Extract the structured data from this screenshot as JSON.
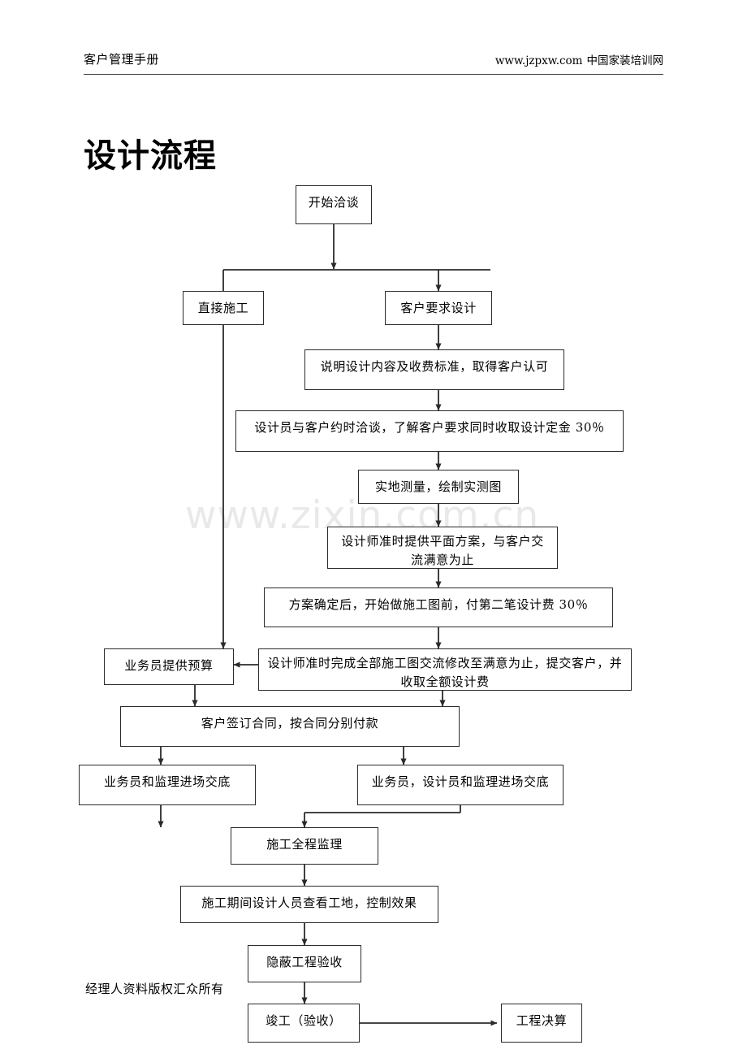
{
  "header": {
    "left_text": "客户管理手册",
    "right_url": "www.jzpxw.com",
    "right_site": "中国家装培训网"
  },
  "title": "设计流程",
  "watermark": "www.zixin.com.cn",
  "footer_note": "经理人资料版权汇众所有",
  "flow": {
    "nodes": [
      {
        "id": "start",
        "label": "开始洽谈"
      },
      {
        "id": "direct",
        "label": "直接施工"
      },
      {
        "id": "request",
        "label": "客户要求设计"
      },
      {
        "id": "explain",
        "label": "说明设计内容及收费标准，取得客户认可"
      },
      {
        "id": "appointment",
        "label": "设计员与客户约时洽谈，了解客户要求同时收取设计定金 30％"
      },
      {
        "id": "measure",
        "label": "实地测量，绘制实测图"
      },
      {
        "id": "plan",
        "label": "设计师准时提供平面方案，与客户交\n流满意为止"
      },
      {
        "id": "secondfee",
        "label": "方案确定后，开始做施工图前，付第二笔设计费 30％"
      },
      {
        "id": "budget",
        "label": "业务员提供预算"
      },
      {
        "id": "drawings",
        "label": "设计师准时完成全部施工图交流修改至满意为止，提交客户，并\n收取全额设计费"
      },
      {
        "id": "contract",
        "label": "客户签订合同，按合同分别付款"
      },
      {
        "id": "brief_left",
        "label": "业务员和监理进场交底"
      },
      {
        "id": "brief_right",
        "label": "业务员，设计员和监理进场交底"
      },
      {
        "id": "supervise",
        "label": "施工全程监理"
      },
      {
        "id": "inspect",
        "label": "施工期间设计人员查看工地，控制效果"
      },
      {
        "id": "hidden",
        "label": "隐蔽工程验收"
      },
      {
        "id": "complete",
        "label": "竣工（验收）"
      },
      {
        "id": "settlement",
        "label": "工程决算"
      }
    ]
  },
  "colors": {
    "line": "#2b2b2b",
    "box_border": "#2b2b2b",
    "text": "#000000",
    "watermark": "#e9e9e9",
    "rule": "#444444"
  }
}
